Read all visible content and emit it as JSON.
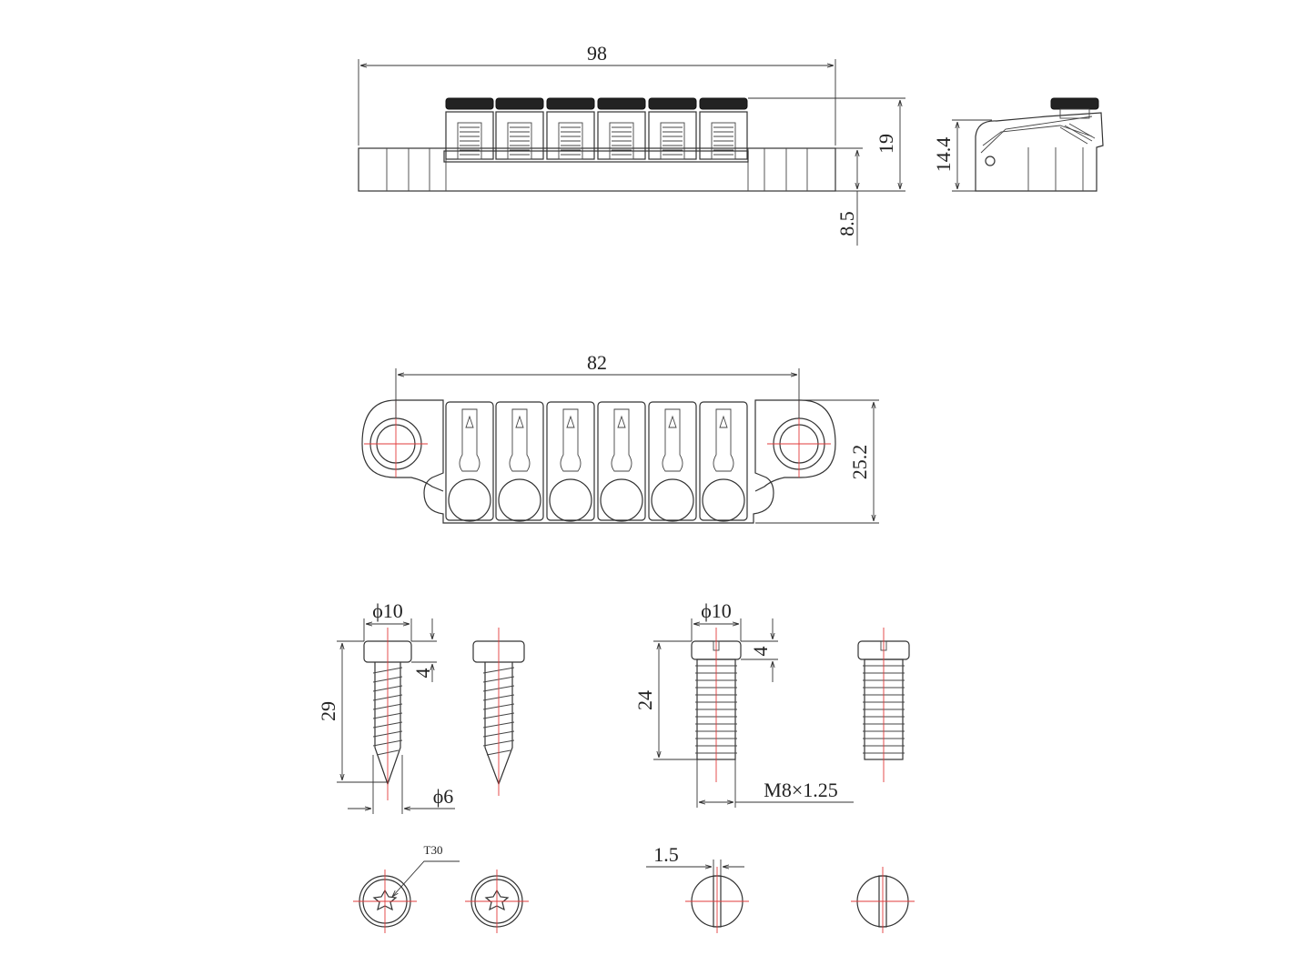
{
  "dimensions": {
    "overall_length": "98",
    "height_total": "19",
    "height_side": "14.4",
    "base_height": "8.5",
    "stud_spacing": "82",
    "width": "25.2",
    "wood_screw_head_dia": "ϕ10",
    "wood_screw_head_h": "4",
    "wood_screw_length": "29",
    "wood_screw_shank_dia": "ϕ6",
    "machine_screw_head_dia": "ϕ10",
    "machine_screw_head_h": "4",
    "machine_screw_length": "24",
    "machine_screw_thread": "M8×1.25",
    "torx_drive": "T30",
    "slot_width": "1.5"
  },
  "colors": {
    "line": "#333333",
    "centerline": "#e23b3b",
    "knob": "#222222"
  }
}
